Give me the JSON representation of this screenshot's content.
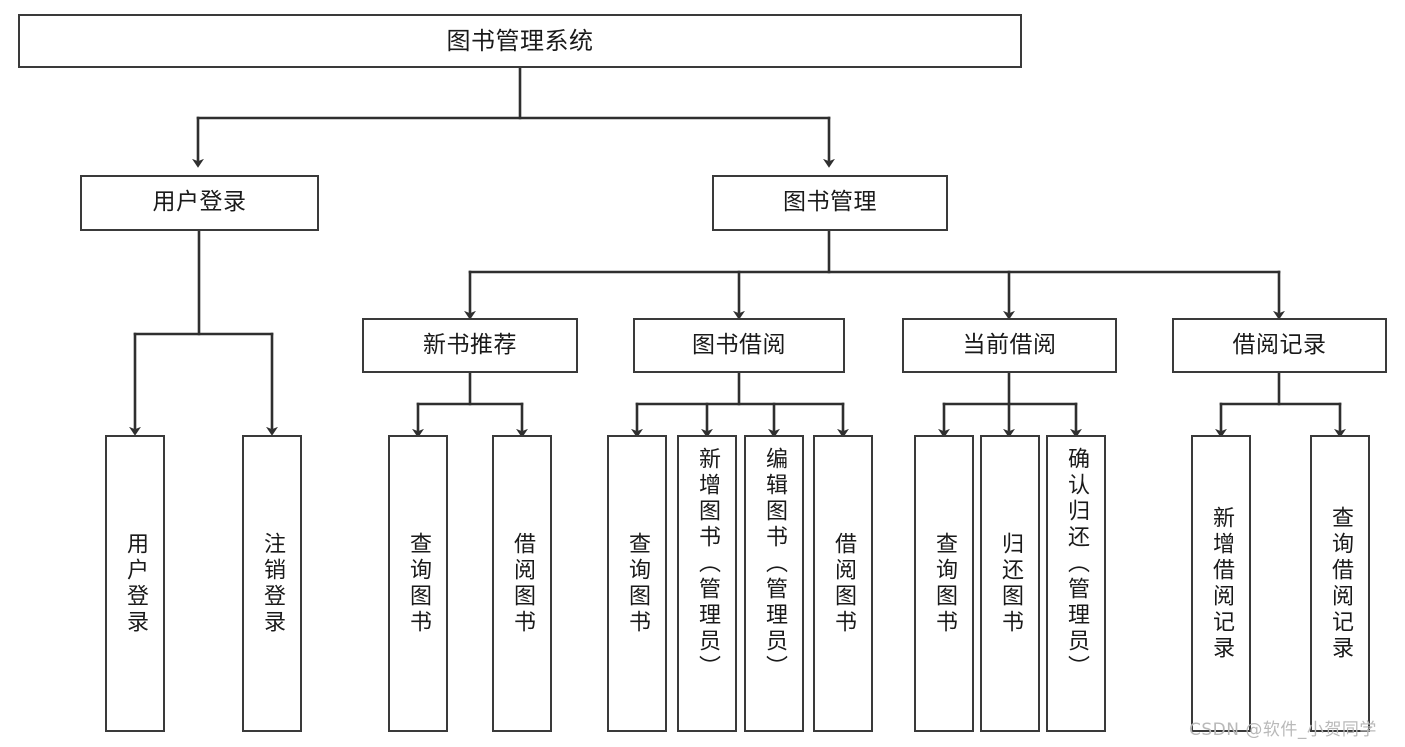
{
  "diagram": {
    "title": "图书管理系统",
    "type": "tree-hierarchy",
    "levels": 4,
    "nodes": {
      "root": {
        "label": "图书管理系统"
      },
      "l2": [
        {
          "id": "user-login",
          "label": "用户登录"
        },
        {
          "id": "book-manage",
          "label": "图书管理"
        }
      ],
      "l3": [
        {
          "id": "new-book-recommend",
          "label": "新书推荐"
        },
        {
          "id": "book-borrow",
          "label": "图书借阅"
        },
        {
          "id": "current-borrow",
          "label": "当前借阅"
        },
        {
          "id": "borrow-record",
          "label": "借阅记录"
        }
      ],
      "leaves": {
        "user_login": [
          {
            "id": "leaf-user-login",
            "label": "用户登录"
          },
          {
            "id": "leaf-logout",
            "label": "注销登录"
          }
        ],
        "new_book_recommend": [
          {
            "id": "leaf-query-book-1",
            "label": "查询图书"
          },
          {
            "id": "leaf-borrow-book-1",
            "label": "借阅图书"
          }
        ],
        "book_borrow": [
          {
            "id": "leaf-query-book-2",
            "label": "查询图书"
          },
          {
            "id": "leaf-add-book",
            "label": "新增图书（管理员）"
          },
          {
            "id": "leaf-edit-book",
            "label": "编辑图书（管理员）"
          },
          {
            "id": "leaf-borrow-book-2",
            "label": "借阅图书"
          }
        ],
        "current_borrow": [
          {
            "id": "leaf-query-book-3",
            "label": "查询图书"
          },
          {
            "id": "leaf-return-book",
            "label": "归还图书"
          },
          {
            "id": "leaf-confirm-return",
            "label": "确认归还（管理员）"
          }
        ],
        "borrow_record": [
          {
            "id": "leaf-add-record",
            "label": "新增借阅记录"
          },
          {
            "id": "leaf-query-record",
            "label": "查询借阅记录"
          }
        ]
      }
    },
    "colors": {
      "box_border": "#3a3a3a",
      "box_fill": "#ffffff",
      "edge": "#2f2f2f",
      "text": "#1a1a1a",
      "watermark": "#b9b9b9",
      "background": "#ffffff"
    }
  },
  "watermark": {
    "text": "CSDN @软件_小贺同学"
  }
}
